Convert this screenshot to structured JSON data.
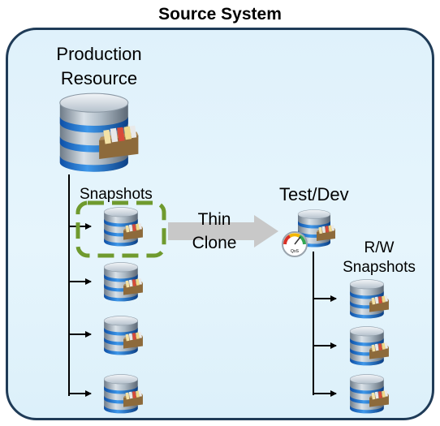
{
  "title": "Source System",
  "production": {
    "line1": "Production",
    "line2": "Resource"
  },
  "snapshots_label": "Snapshots",
  "thin_clone": {
    "line1": "Thin",
    "line2": "Clone"
  },
  "testdev_label": "Test/Dev",
  "rw": {
    "line1": "R/W",
    "line2": "Snapshots"
  },
  "qos_badge": "QoS",
  "icons": {
    "production": "database-with-files-icon",
    "snapshot": "database-with-files-icon",
    "testdev": "database-with-files-icon",
    "qos": "gauge-icon"
  },
  "colors": {
    "panel_border": "#1f3b57",
    "panel_fill": "#e2f3fb",
    "highlight_dash": "#6f9a2e",
    "arrow_gray": "#c8c8c8"
  }
}
